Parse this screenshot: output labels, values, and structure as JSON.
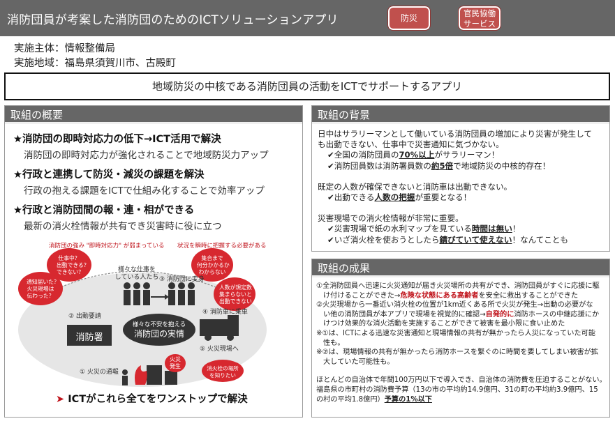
{
  "header": {
    "title": "消防団員が考案した消防団のためのICTソリューションアプリ",
    "tags": [
      "防災",
      "官民協働",
      "サービス"
    ]
  },
  "implementation": {
    "entity": "実施主体：情報整備局",
    "area": "実施地域：福島県須賀川市、古殿町"
  },
  "banner": "地域防災の中核である消防団員の活動をICTでサポートするアプリ",
  "overview": {
    "title": "取組の概要",
    "items": [
      {
        "head": "★消防団の即時対応力の低下→ICT活用で解決",
        "sub": "消防団の即時対応力が強化されることで地域防災力アップ"
      },
      {
        "head": "★行政と連携して防災・減災の課題を解決",
        "sub": "行政の抱える課題をICTで仕組み化することで効率アップ"
      },
      {
        "head": "★行政と消防団間の報・連・相ができる",
        "sub": "最新の消火栓情報が共有でき災害時に役に立つ"
      }
    ],
    "diagram": {
      "arc_left": "消防団の強み \"即時対応力\" が弱まっている",
      "arc_right": "状況を瞬時に把握する必要がある",
      "bubble_busy": [
        "仕事中？",
        "出動できる？",
        "できない？"
      ],
      "bubble_notice": [
        "通知届いた？",
        "火災現場は",
        "伝わった？"
      ],
      "bubble_gather": [
        "集合まで",
        "何分かかるか",
        "わからない"
      ],
      "bubble_count": [
        "人数が規定数",
        "集まらないと",
        "出動できない"
      ],
      "people_label": [
        "様々な仕事を",
        "している人たち"
      ],
      "step3": "③ 消防団に変身",
      "step2": "② 出動要請",
      "step4": "④ 消防車に乗車",
      "step5": "⑤ 火災現場へ",
      "step1": "① 火災の通報",
      "center": [
        "様々な不安を抱える",
        "消防団の実情"
      ],
      "station": "消防署",
      "fire": [
        "火災",
        "発生"
      ],
      "hydrant": [
        "消火栓の場所",
        "を知りたい"
      ]
    },
    "footer": "ICTがこれら全てをワンストップで解決",
    "footer_arrow": "➤"
  },
  "background": {
    "title": "取組の背景",
    "lines": [
      "日中はサラリーマンとして働いている消防団員の増加により災害が発生して",
      "も出動できない、仕事中で災害通知に気づかない。"
    ],
    "check1_pre": "✔全国の消防団員の",
    "check1_u": "70%以上",
    "check1_post": "がサラリーマン！",
    "check2_pre": "✔消防団員数は消防署員数の",
    "check2_u": "約5倍",
    "check2_post": "で地域防災の中核的存在！",
    "line3": "既定の人数が確保できないと消防車は出動できない。",
    "check3_pre": "✔出動できる",
    "check3_u": "人数の把握",
    "check3_post": "が重要となる！",
    "line4": "災害現場での消火栓情報が非常に重要。",
    "check4_pre": "✔災害現場で紙の水利マップを見ている",
    "check4_u": "時間は無い",
    "check4_post": "！",
    "check5_pre": "✔いざ消火栓を使おうとしたら",
    "check5_u": "錆びていて使えない",
    "check5_post": "！なんてことも"
  },
  "results": {
    "title": "取組の成果",
    "r1a_pre": "①全消防団員へ迅速に火災通知が届き火災場所の共有ができ、消防団員がすぐに応援に駆",
    "r1b_pre": "け付けることができた→",
    "r1b_red": "危険な状態にある高齢者",
    "r1b_post": "を安全に救出することができた",
    "r2a": "②火災現場から一番近い消火栓の位置が1km近くある所で火災が発生→出動の必要がな",
    "r2b_pre": "い他の消防団員が本アプリで現場を視覚的に確認→",
    "r2b_red": "自発的に",
    "r2b_post": "消防ホースの中継応援にか",
    "r2c": "けつけ効果的な消火活動を実施することができて被害を最小限に食い止めた",
    "n1a": "※①は、ICTによる迅速な災害通知と現場情報の共有が無かったら人災になっていた可能",
    "n1b": "性も。",
    "n2a": "※②は、現場情報の共有が無かったら消防ホースを繋ぐのに時間を要してしまい被害が拡",
    "n2b": "大していた可能性も。",
    "c1": "ほとんどの自治体で年間100万円以下で導入でき、自治体の消防費を圧迫することがない。",
    "c2": "福島県の市町村の消防費予算（13の市の平均約14.9億円、31の町の平均約3.9億円、15",
    "c3_pre": "の村の平均1.8億円）",
    "c3_u": "予算の1%以下"
  },
  "colors": {
    "header_bg": "#666666",
    "tag_red": "#c0504d",
    "accent_red": "#c0141c",
    "hydrant_red": "#d7282f",
    "dark": "#333333"
  }
}
